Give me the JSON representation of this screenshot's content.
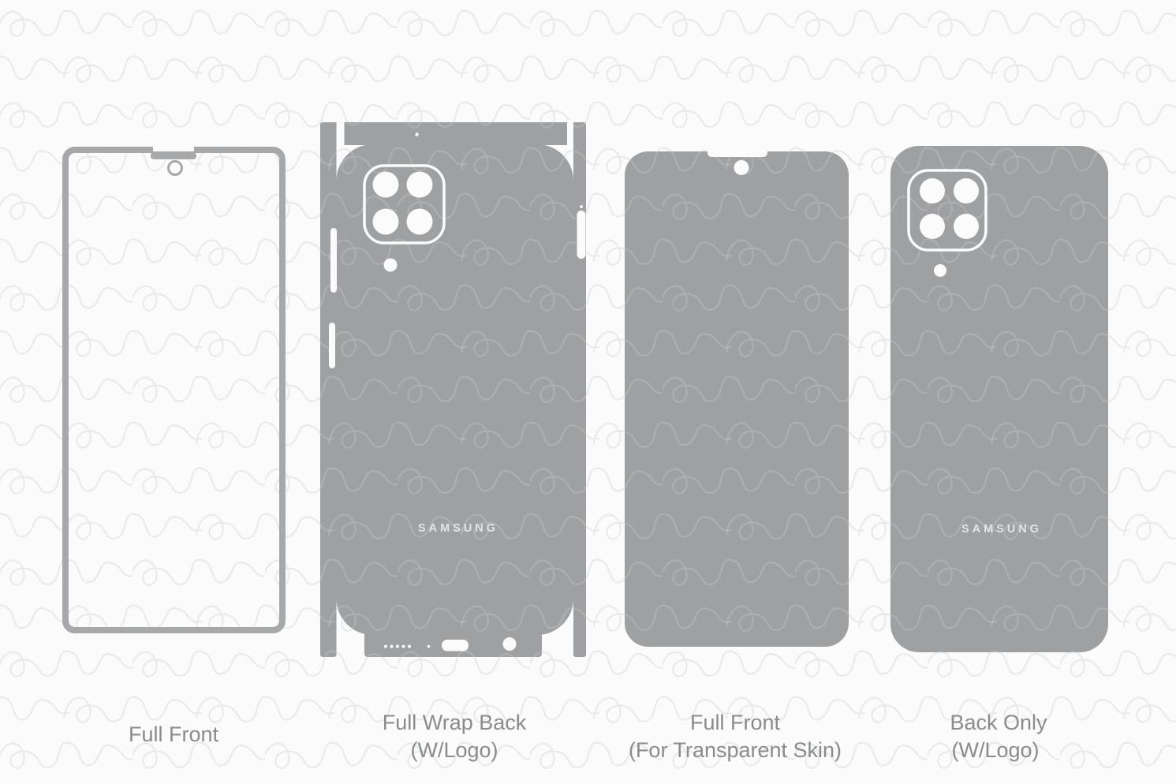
{
  "page": {
    "background": "#FBFBFC",
    "watermark_line_color": "#E9EAEB",
    "template_fill_gray": "#9EA0A1",
    "outline_gray": "#A7A8A9",
    "label_text_color": "#8A8B8C",
    "logo_text_color": "#E2E4E5"
  },
  "brand_logo": "SAMSUNG",
  "templates": [
    {
      "id": "full-front",
      "label_line1": "Full Front",
      "label_line2": ""
    },
    {
      "id": "full-wrap-back",
      "label_line1": "Full Wrap Back",
      "label_line2": "(W/Logo)"
    },
    {
      "id": "full-front-transparent",
      "label_line1": "Full Front",
      "label_line2": "(For Transparent Skin)"
    },
    {
      "id": "back-only",
      "label_line1": "Back Only",
      "label_line2": "(W/Logo)"
    }
  ]
}
